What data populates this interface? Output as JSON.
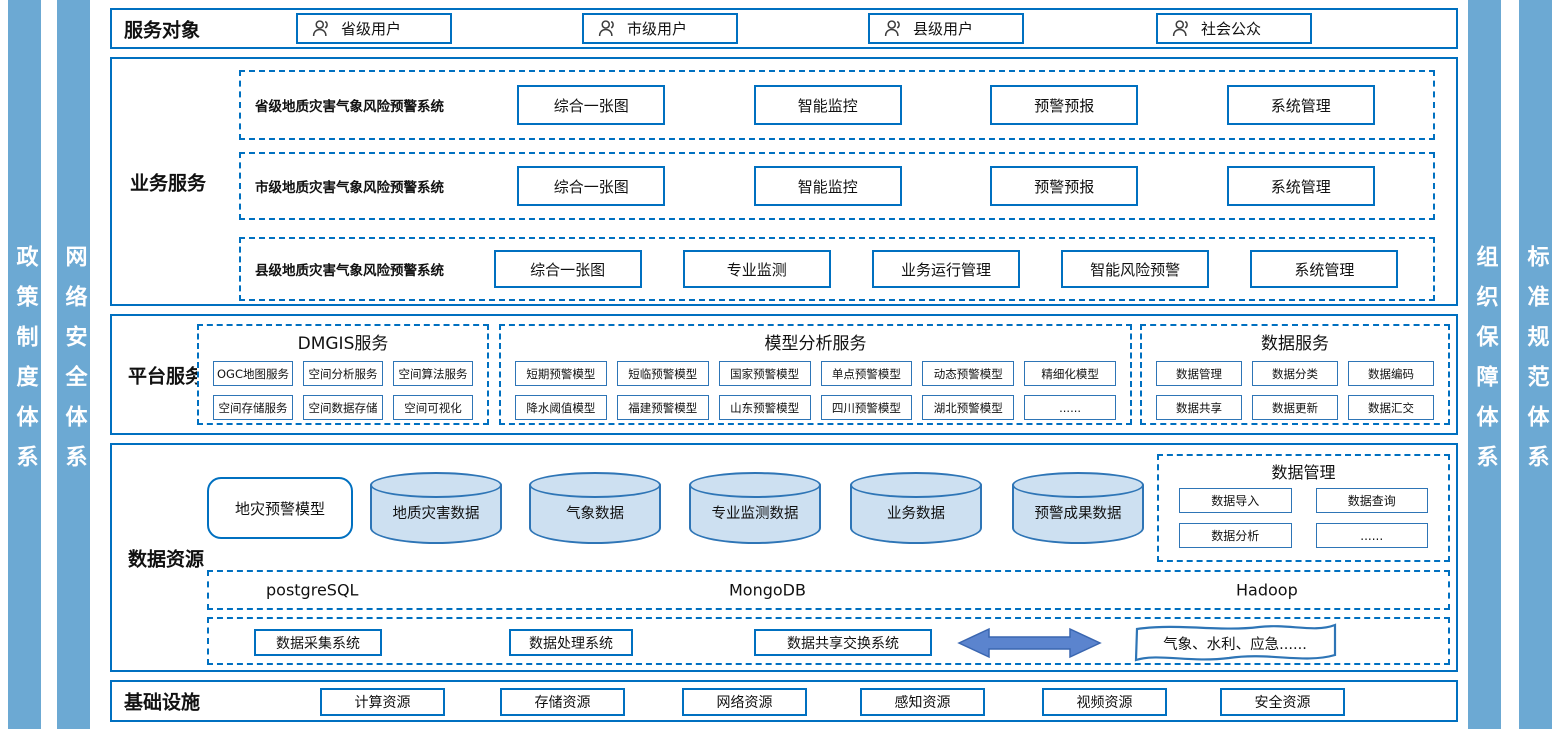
{
  "colors": {
    "accent": "#0070C0",
    "sidebar": "#6CA9D3",
    "cylinder_fill": "#CDE0F1",
    "arrow_fill": "#5B84CE"
  },
  "sidebars": {
    "left": [
      "政策制度体系",
      "网络安全体系"
    ],
    "right": [
      "组织保障体系",
      "标准规范体系"
    ]
  },
  "service_targets": {
    "title": "服务对象",
    "users": [
      "省级用户",
      "市级用户",
      "县级用户",
      "社会公众"
    ]
  },
  "business": {
    "title": "业务服务",
    "systems": [
      {
        "name": "省级地质灾害气象风险预警系统",
        "modules": [
          "综合一张图",
          "智能监控",
          "预警预报",
          "系统管理"
        ]
      },
      {
        "name": "市级地质灾害气象风险预警系统",
        "modules": [
          "综合一张图",
          "智能监控",
          "预警预报",
          "系统管理"
        ]
      },
      {
        "name": "县级地质灾害气象风险预警系统",
        "modules": [
          "综合一张图",
          "专业监测",
          "业务运行管理",
          "智能风险预警",
          "系统管理"
        ]
      }
    ]
  },
  "platform": {
    "title": "平台服务",
    "groups": [
      {
        "name": "DMGIS服务",
        "items": [
          "OGC地图服务",
          "空间分析服务",
          "空间算法服务",
          "空间存储服务",
          "空间数据存储",
          "空间可视化"
        ]
      },
      {
        "name": "模型分析服务",
        "items": [
          "短期预警模型",
          "短临预警模型",
          "国家预警模型",
          "单点预警模型",
          "动态预警模型",
          "精细化模型",
          "降水阈值模型",
          "福建预警模型",
          "山东预警模型",
          "四川预警模型",
          "湖北预警模型",
          "......"
        ]
      },
      {
        "name": "数据服务",
        "items": [
          "数据管理",
          "数据分类",
          "数据编码",
          "数据共享",
          "数据更新",
          "数据汇交"
        ]
      }
    ]
  },
  "data_resources": {
    "title": "数据资源",
    "model_box": "地灾预警模型",
    "data_stores": [
      "地质灾害数据",
      "气象数据",
      "专业监测数据",
      "业务数据",
      "预警成果数据"
    ],
    "data_management": {
      "title": "数据管理",
      "items": [
        "数据导入",
        "数据查询",
        "数据分析",
        "......"
      ]
    },
    "storage_engines": [
      "postgreSQL",
      "MongoDB",
      "Hadoop"
    ],
    "systems": [
      "数据采集系统",
      "数据处理系统",
      "数据共享交换系统"
    ],
    "external_sources": "气象、水利、应急......"
  },
  "infrastructure": {
    "title": "基础设施",
    "resources": [
      "计算资源",
      "存储资源",
      "网络资源",
      "感知资源",
      "视频资源",
      "安全资源"
    ]
  }
}
